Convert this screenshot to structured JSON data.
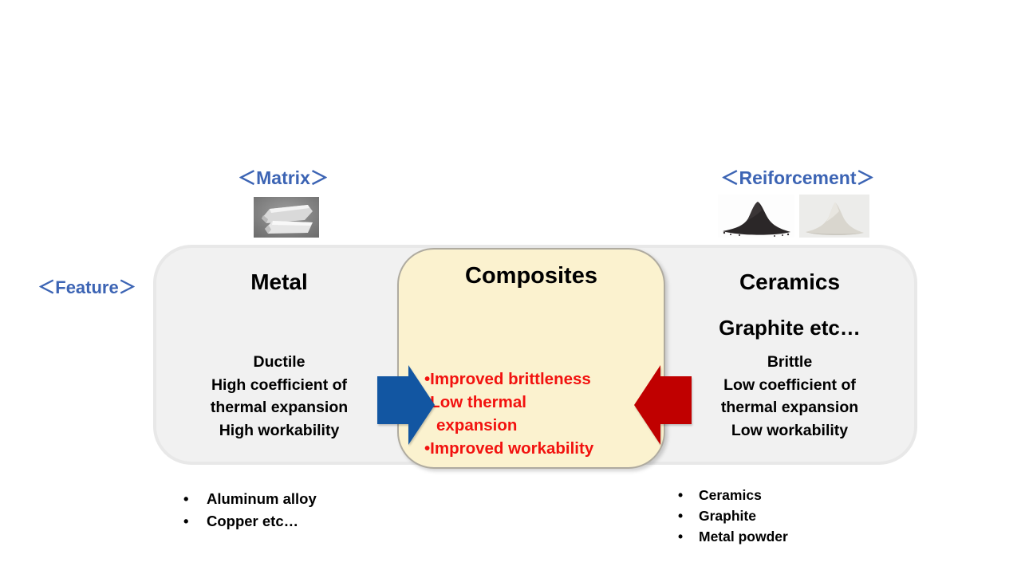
{
  "annotations": {
    "matrix_label": "＜Matrix＞",
    "reinforcement_label": "＜Reiforcement＞",
    "feature_label": "＜Feature＞"
  },
  "glyphs": {
    "bullet": "•"
  },
  "colors": {
    "label_blue": "#3C64B4",
    "panel_gray": "#F1F1F1",
    "composites_cream": "#FBF2CF",
    "arrow_blue": "#1256A2",
    "arrow_red": "#C00000",
    "benefit_red": "#F2120F",
    "text_black": "#000000"
  },
  "panel": {
    "metal": {
      "title": "Metal",
      "feature_lines": [
        "Ductile",
        "High coefficient of",
        "thermal expansion",
        "High workability"
      ]
    },
    "composites": {
      "title": "Composites",
      "benefit_lines": [
        "•Improved brittleness",
        "•Low thermal",
        "expansion",
        "•Improved workability"
      ]
    },
    "ceramics": {
      "title": "Ceramics",
      "subtitle": "Graphite etc…",
      "feature_lines": [
        "Brittle",
        "Low coefficient of",
        "thermal expansion",
        "Low workability"
      ]
    }
  },
  "examples": {
    "metal": [
      "Aluminum alloy",
      "Copper etc…"
    ],
    "ceramics": [
      "Ceramics",
      "Graphite",
      "Metal powder"
    ]
  },
  "images": {
    "metal": "metal-ingots-photo",
    "black_powder": "graphite-powder-photo",
    "white_powder": "ceramic-powder-photo"
  }
}
